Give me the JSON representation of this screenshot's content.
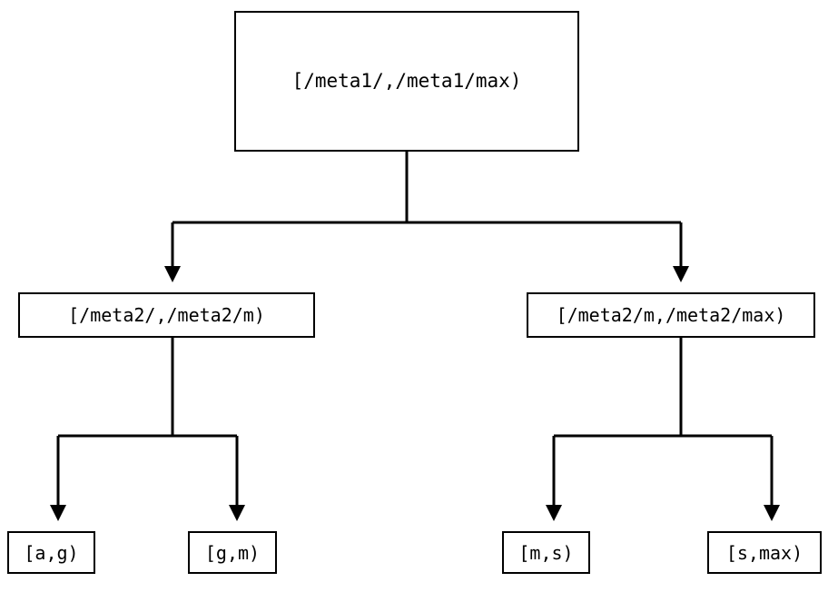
{
  "diagram": {
    "type": "tree",
    "orientation": "top-down",
    "title": "",
    "background_color": "#ffffff",
    "line_color": "#000000",
    "text_color": "#000000",
    "nodes": {
      "root": {
        "id": "root",
        "label": "[/meta1/,/meta1/max)",
        "level": 0
      },
      "meta2_low": {
        "id": "meta2_low",
        "label": "[/meta2/,/meta2/m)",
        "level": 1
      },
      "meta2_high": {
        "id": "meta2_high",
        "label": "[/meta2/m,/meta2/max)",
        "level": 1
      },
      "leaf_ag": {
        "id": "leaf_ag",
        "label": "[a,g)",
        "level": 2
      },
      "leaf_gm": {
        "id": "leaf_gm",
        "label": "[g,m)",
        "level": 2
      },
      "leaf_ms": {
        "id": "leaf_ms",
        "label": "[m,s)",
        "level": 2
      },
      "leaf_smax": {
        "id": "leaf_smax",
        "label": "[s,max)",
        "level": 2
      }
    },
    "edges": [
      {
        "from": "root",
        "to": "meta2_low",
        "arrow": "triangle-down"
      },
      {
        "from": "root",
        "to": "meta2_high",
        "arrow": "triangle-down"
      },
      {
        "from": "meta2_low",
        "to": "leaf_ag",
        "arrow": "triangle-down"
      },
      {
        "from": "meta2_low",
        "to": "leaf_gm",
        "arrow": "triangle-down"
      },
      {
        "from": "meta2_high",
        "to": "leaf_ms",
        "arrow": "triangle-down"
      },
      {
        "from": "meta2_high",
        "to": "leaf_smax",
        "arrow": "triangle-down"
      }
    ]
  }
}
